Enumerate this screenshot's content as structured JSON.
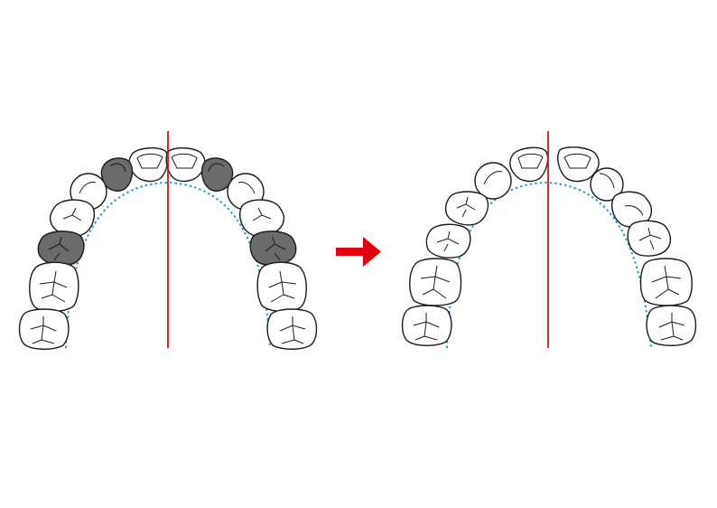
{
  "colors": {
    "outline": "#1a1a1a",
    "tooth_fill": "#ffffff",
    "extracted_fill": "#6b6b6b",
    "midline": "#d7141a",
    "arch_curve": "#2a9ed1",
    "arrow": "#e3000f"
  },
  "diagram": {
    "before_arch": {
      "description_tag": "before",
      "extracted_teeth": [
        "right-canine",
        "left-canine",
        "right-second-premolar",
        "left-second-premolar"
      ]
    },
    "after_arch": {
      "description_tag": "after",
      "extracted_teeth": []
    },
    "arrow_icon": "right-arrow-icon"
  }
}
